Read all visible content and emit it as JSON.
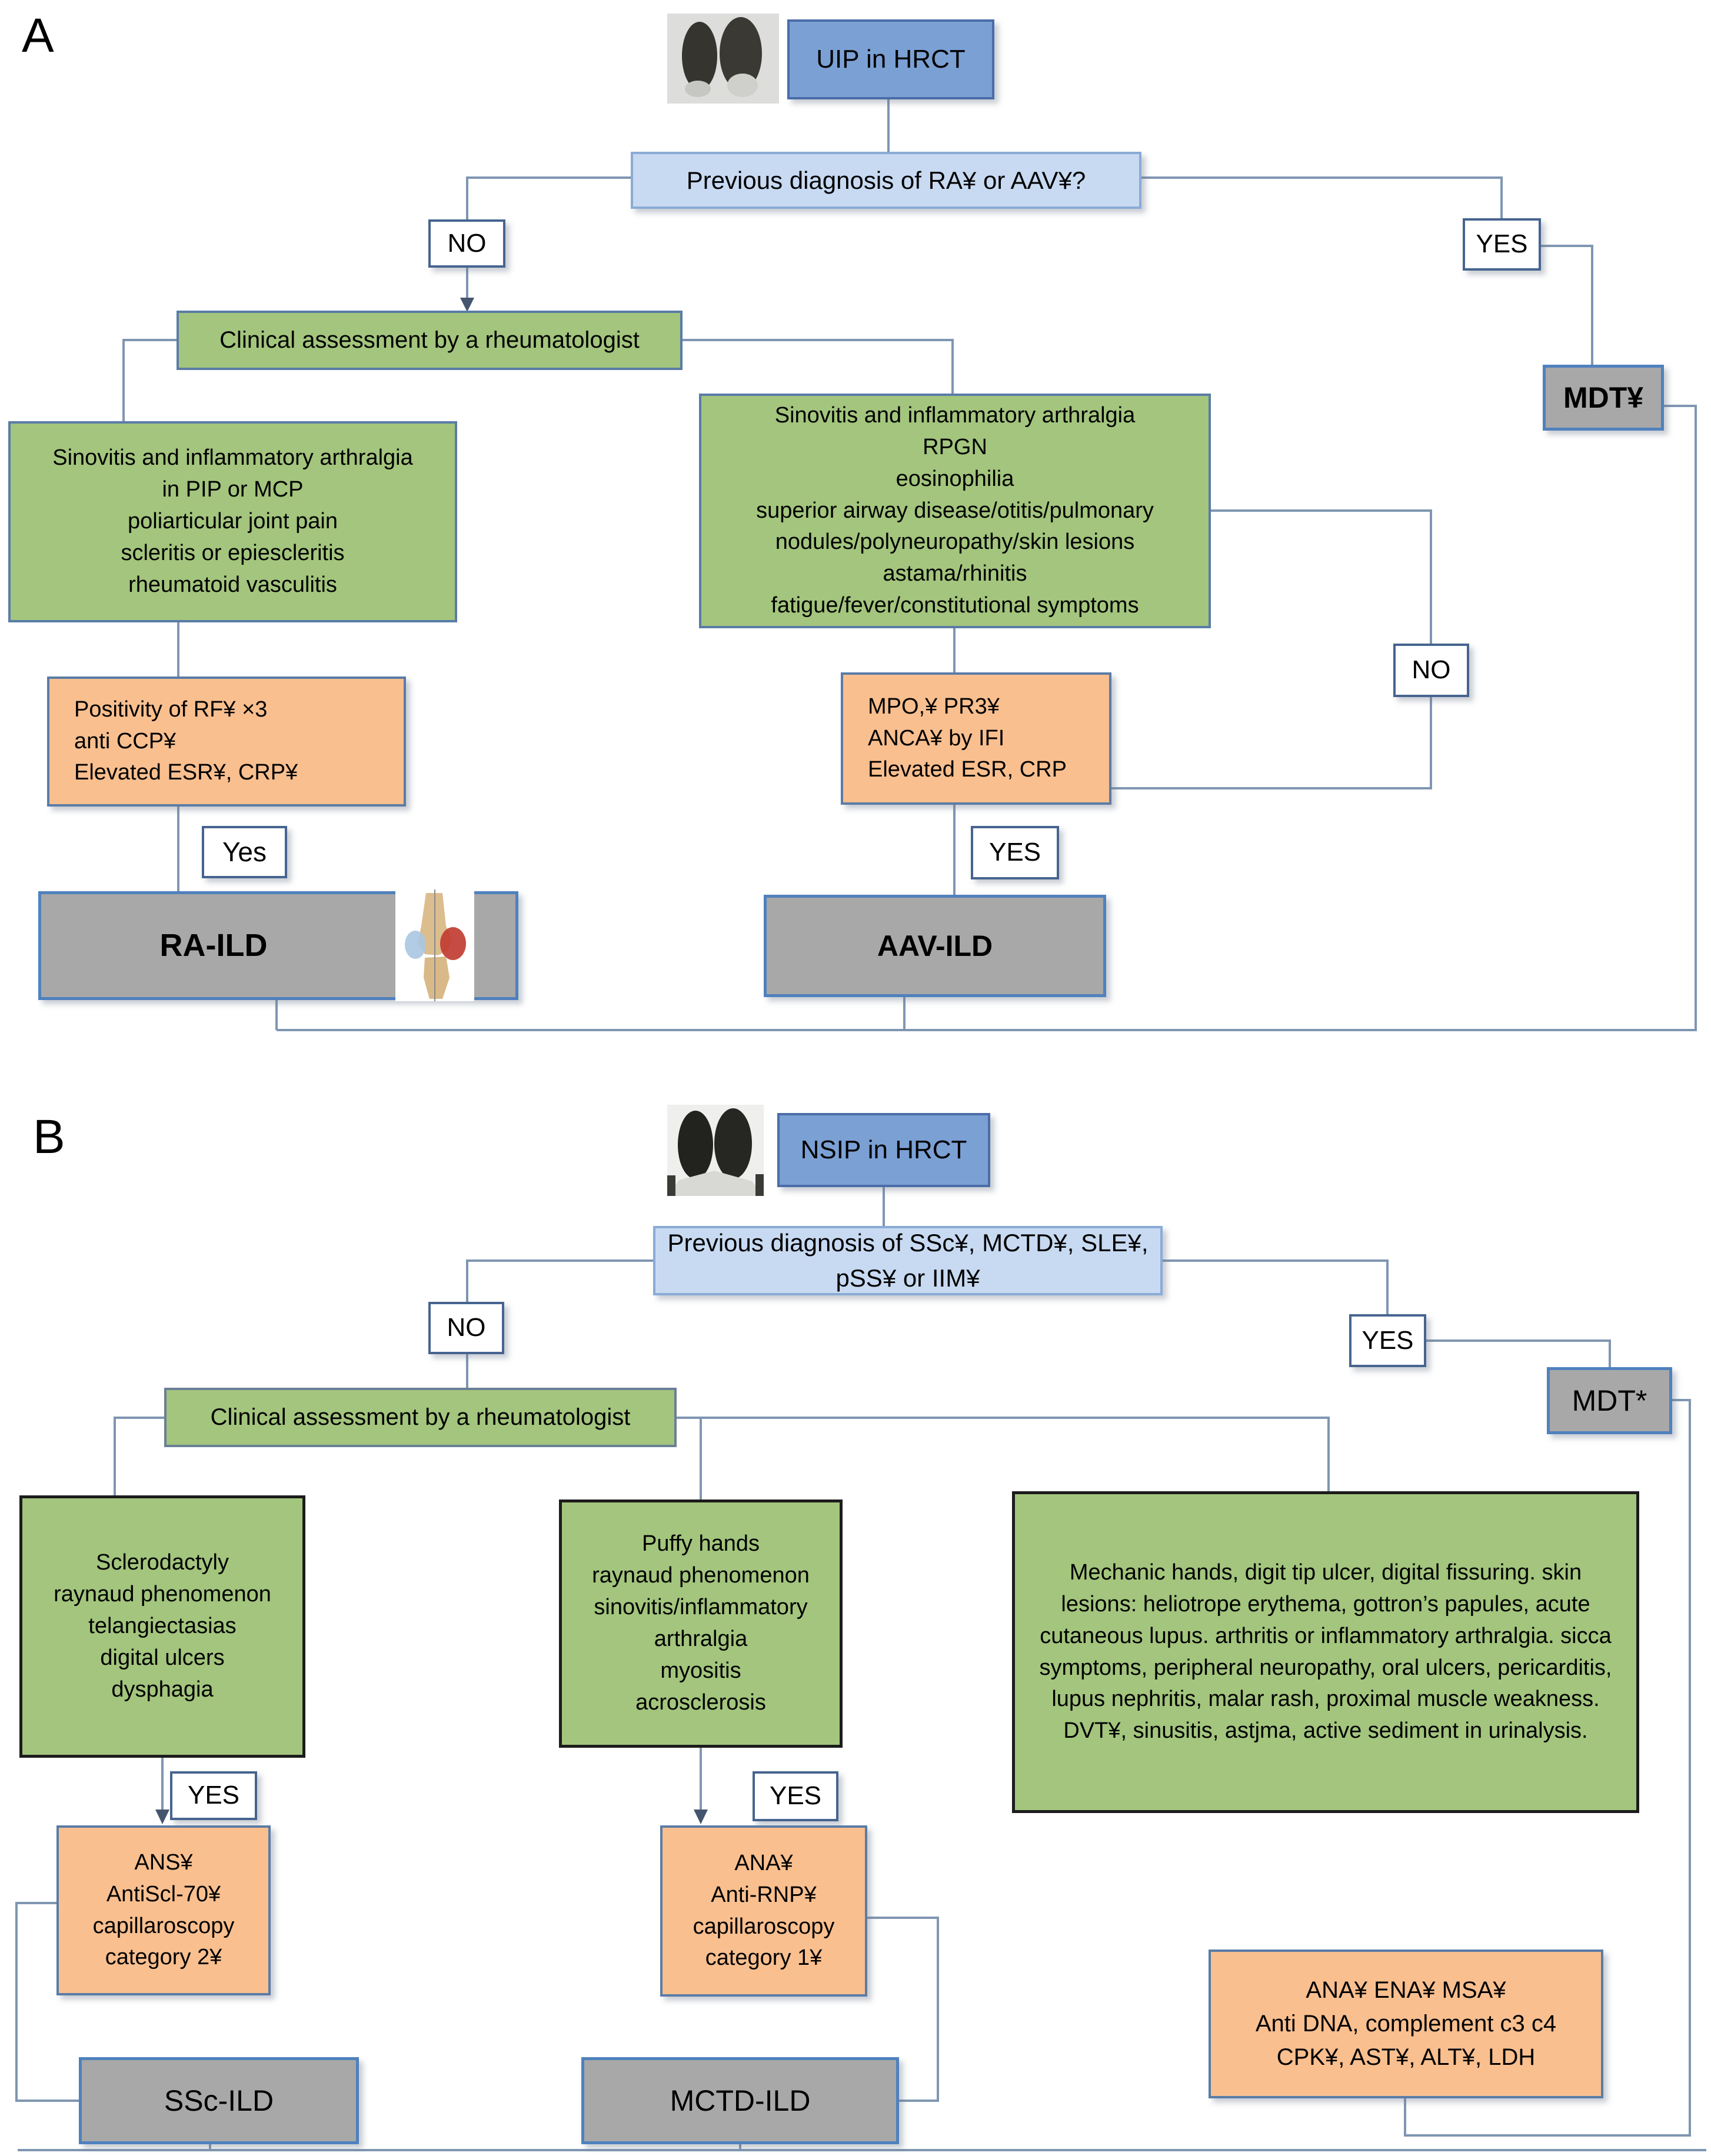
{
  "colors": {
    "node_green": "#a3c57d",
    "node_orange": "#f9bf8f",
    "node_gray": "#a8a8a8",
    "node_blue": "#7ba0d4",
    "node_lightblue": "#c8daf2",
    "border_blue": "#4f81bd",
    "border_steel": "#5a7ca6",
    "border_black": "#1c1c1c",
    "connector": "#7f96b2"
  },
  "icons": {
    "ct_a": "ct-lung-coronal-image",
    "ct_b": "ct-lung-coronal-image",
    "knee": "inflamed-knee-joint-illustration"
  },
  "panel_a": {
    "label": "A",
    "hrct": "UIP in HRCT",
    "question": "Previous diagnosis of RA¥ or AAV¥?",
    "no": "NO",
    "yes": "YES",
    "assessment": "Clinical assessment by a rheumatologist",
    "criteria_ra": "Sinovitis and inflammatory arthralgia\nin PIP or MCP\npoliarticular joint pain\nscleritis or epiescleritis\nrheumatoid vasculitis",
    "criteria_aav": "Sinovitis and inflammatory arthralgia\nRPGN\neosinophilia\nsuperior airway disease/otitis/pulmonary\nnodules/polyneuropathy/skin lesions\nastama/rhinitis\nfatigue/fever/constitutional symptoms",
    "labs_ra": "Positivity of RF¥ ×3\nanti CCP¥\nElevated ESR¥, CRP¥",
    "labs_aav": "MPO,¥ PR3¥\nANCA¥ by IFI\nElevated ESR, CRP",
    "yes_lower_left": "Yes",
    "yes_lower_right": "YES",
    "no_loop": "NO",
    "ra_ild": "RA-ILD",
    "aav_ild": "AAV-ILD",
    "mdt": "MDT¥"
  },
  "panel_b": {
    "label": "B",
    "hrct": "NSIP in HRCT",
    "question": "Previous diagnosis of SSc¥, MCTD¥, SLE¥,\npSS¥ or IIM¥",
    "no": "NO",
    "yes": "YES",
    "assessment": "Clinical assessment by a rheumatologist",
    "criteria_ssc": "Sclerodactyly\nraynaud phenomenon\ntelangiectasias\ndigital ulcers\ndysphagia",
    "criteria_mctd": "Puffy hands\nraynaud phenomenon\nsinovitis/inflammatory\narthralgia\nmyositis\nacrosclerosis",
    "criteria_other": "Mechanic hands, digit tip ulcer, digital fissuring. skin lesions: heliotrope erythema, gottron’s papules, acute cutaneous lupus. arthritis or inflammatory arthralgia. sicca symptoms, peripheral neuropathy, oral ulcers, pericarditis, lupus nephritis, malar rash, proximal muscle weakness. DVT¥, sinusitis, astjma, active sediment in urinalysis.",
    "yes_left": "YES",
    "yes_mid": "YES",
    "labs_ssc": "ANS¥\nAntiScl-70¥\ncapillaroscopy\ncategory 2¥",
    "labs_mctd": "ANA¥\nAnti-RNP¥\ncapillaroscopy\ncategory 1¥",
    "labs_other": "ANA¥ ENA¥ MSA¥\nAnti DNA, complement c3 c4\nCPK¥, AST¥, ALT¥, LDH",
    "ssc_ild": "SSc-ILD",
    "mctd_ild": "MCTD-ILD",
    "mdt": "MDT*"
  }
}
